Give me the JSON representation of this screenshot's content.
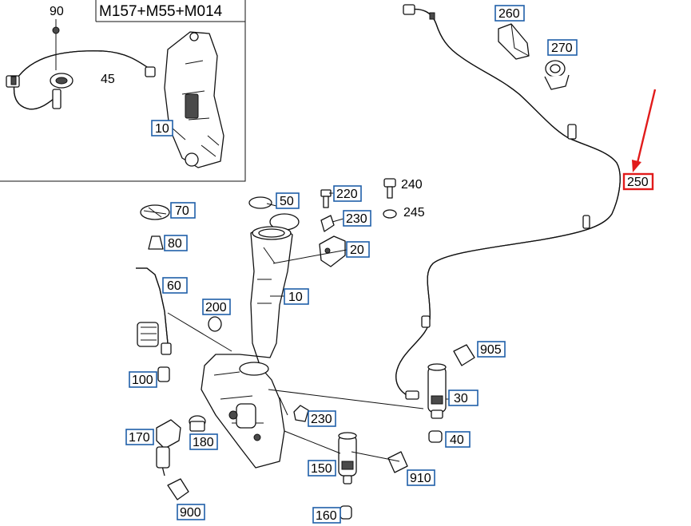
{
  "inset": {
    "title": "M157+M55+M014"
  },
  "highlight_color": "#e11b1b",
  "callout_color": "#1f5fa8",
  "labels": {
    "l260": "260",
    "l270": "270",
    "l250": "250",
    "l90": "90",
    "l45": "45",
    "l10_inset": "10",
    "l240": "240",
    "l245": "245",
    "l50": "50",
    "l220": "220",
    "l230_top": "230",
    "l20": "20",
    "l70": "70",
    "l80": "80",
    "l60": "60",
    "l10_main": "10",
    "l200": "200",
    "l100": "100",
    "l905": "905",
    "l30": "30",
    "l40": "40",
    "l230_mid": "230",
    "l170": "170",
    "l180": "180",
    "l150": "150",
    "l910": "910",
    "l900": "900",
    "l160": "160"
  }
}
